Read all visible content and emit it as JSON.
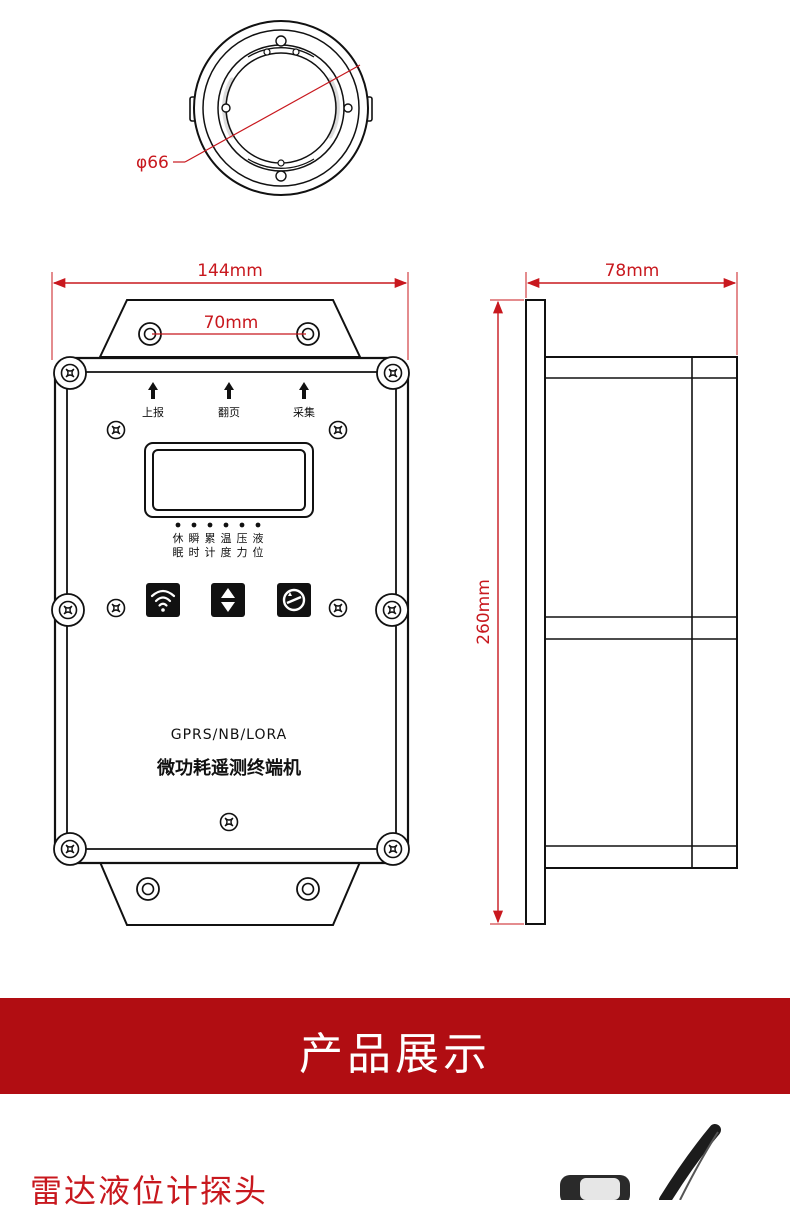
{
  "dimensions": {
    "diameter": "φ66",
    "width": "144mm",
    "mount_spacing": "70mm",
    "depth": "78mm",
    "height": "260mm"
  },
  "device": {
    "buttons": [
      "上报",
      "翻页",
      "采集"
    ],
    "indicators": [
      {
        "top": "休",
        "bottom": "眠"
      },
      {
        "top": "瞬",
        "bottom": "时"
      },
      {
        "top": "累",
        "bottom": "计"
      },
      {
        "top": "温",
        "bottom": "度"
      },
      {
        "top": "压",
        "bottom": "力"
      },
      {
        "top": "液",
        "bottom": "位"
      }
    ],
    "key_icons": [
      "wifi-icon",
      "up-down-arrows-icon",
      "refresh-icon"
    ],
    "model": "GPRS/NB/LORA",
    "name": "微功耗遥测终端机"
  },
  "banner": {
    "title": "产品展示",
    "color": "#b10d12"
  },
  "section": {
    "title": "雷达液位计探头",
    "color": "#c8181e"
  }
}
